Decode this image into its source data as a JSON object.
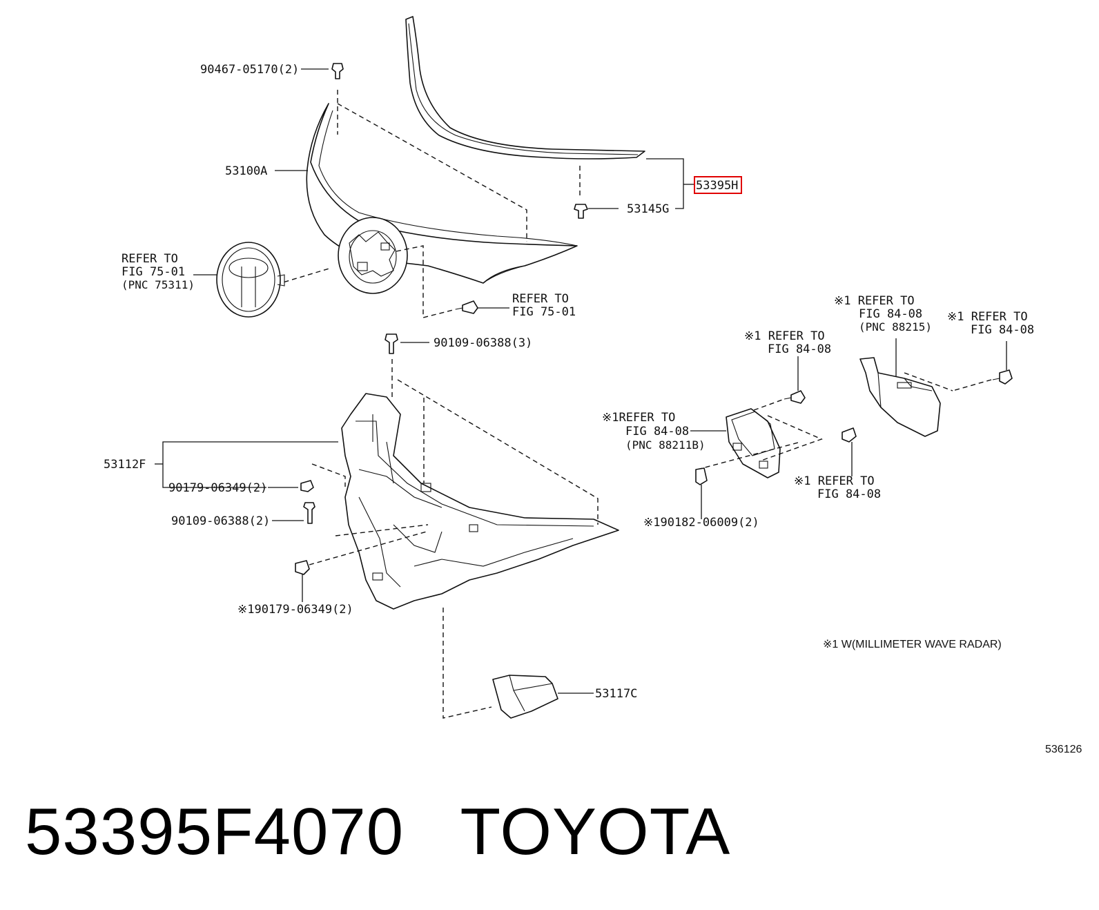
{
  "callouts": {
    "bolt_top": "90467-05170(2)",
    "hood_panel": "53100A",
    "highlight_part": "53395H",
    "clip": "53145G",
    "emblem_refer_1": "REFER TO",
    "emblem_refer_2": "FIG 75-01",
    "emblem_refer_3": "(PNC 75311)",
    "screw_refer_1": "REFER TO",
    "screw_refer_2": "FIG 75-01",
    "bolt_support": "90109-06388(3)",
    "support": "53112F",
    "nut_left": "90179-06349(2)",
    "bolt_left": "90109-06388(2)",
    "nut_bottom": "※190179-06349(2)",
    "duct": "53117C",
    "radar_screw_refer_1": "※1 REFER TO",
    "radar_screw_refer_2": "FIG 84-08",
    "radar_refer_1": "※1REFER TO",
    "radar_refer_2": "FIG 84-08",
    "radar_refer_3": "(PNC 88211B)",
    "radar_nut_refer_1": "※1 REFER TO",
    "radar_nut_refer_2": "FIG 84-08",
    "bracket_refer_1": "※1 REFER TO",
    "bracket_refer_2": "FIG 84-08",
    "bracket_refer_3": "(PNC 88215)",
    "bracket_bolt_refer_1": "※1 REFER TO",
    "bracket_bolt_refer_2": "FIG 84-08",
    "grommet": "※190182-06009(2)"
  },
  "note": "※1 W(MILLIMETER WAVE RADAR)",
  "figure_id": "536126",
  "footer": {
    "part_number": "53395F4070",
    "brand": "TOYOTA"
  },
  "colors": {
    "highlight": "#e00000",
    "line": "#111111"
  }
}
